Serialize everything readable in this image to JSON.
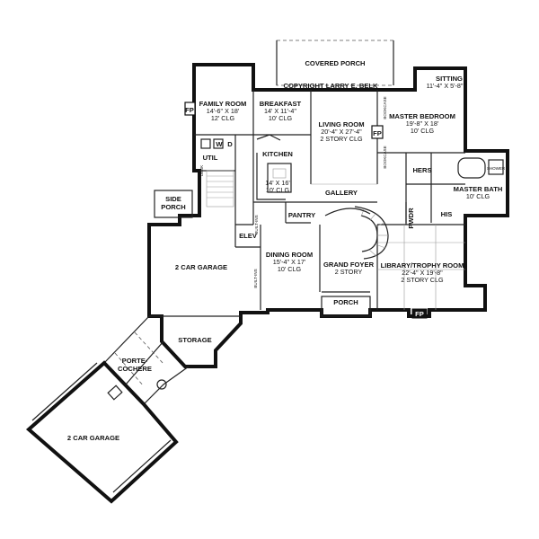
{
  "copyright": "COPYRIGHT LARRY E. BELK",
  "rooms": {
    "covered_porch": {
      "name": "COVERED PORCH"
    },
    "sitting": {
      "name": "SITTING",
      "size": "11'-4\" X 5'-8\""
    },
    "family_room": {
      "name": "FAMILY ROOM",
      "size": "14'-6\" X 18'",
      "clg": "12' CLG"
    },
    "breakfast": {
      "name": "BREAKFAST",
      "size": "14' X 11'-4\"",
      "clg": "10' CLG"
    },
    "living_room": {
      "name": "LIVING ROOM",
      "size": "20'-4\" X 27'-4\"",
      "clg": "2 STORY CLG"
    },
    "master_bedroom": {
      "name": "MASTER BEDROOM",
      "size": "19'-8\" X 18'",
      "clg": "10' CLG"
    },
    "kitchen": {
      "name": "KITCHEN",
      "size": "14' X 16'",
      "clg": "10' CLG"
    },
    "util": {
      "name": "UTIL"
    },
    "gallery": {
      "name": "GALLERY"
    },
    "hers": {
      "name": "HERS"
    },
    "his": {
      "name": "HIS"
    },
    "master_bath": {
      "name": "MASTER BATH",
      "clg": "10' CLG"
    },
    "side_porch": {
      "name": "SIDE PORCH"
    },
    "pantry": {
      "name": "PANTRY"
    },
    "pwdr": {
      "name": "PWDR"
    },
    "elev": {
      "name": "ELEV"
    },
    "dining_room": {
      "name": "DINING ROOM",
      "size": "15'-4\" X 17'",
      "clg": "10' CLG"
    },
    "grand_foyer": {
      "name": "GRAND FOYER",
      "clg": "2 STORY"
    },
    "library": {
      "name": "LIBRARY/TROPHY ROOM",
      "size": "22'-4\" X 19'-8\"",
      "clg": "2 STORY CLG"
    },
    "garage_2car_a": {
      "name": "2 CAR GARAGE"
    },
    "porch": {
      "name": "PORCH"
    },
    "storage": {
      "name": "STORAGE"
    },
    "porte_cochere": {
      "name": "PORTE-\nCOCHERE",
      "line1": "PORTE-",
      "line2": "COCHERE"
    },
    "garage_2car_b": {
      "name": "2 CAR GARAGE"
    }
  },
  "fixtures": {
    "fp": "FP",
    "washer": "W",
    "dryer": "D",
    "built_ins": "BUILT-INS",
    "bookcase": "BOOKCASE",
    "desk": "DESK",
    "shower": "SHOWER"
  }
}
